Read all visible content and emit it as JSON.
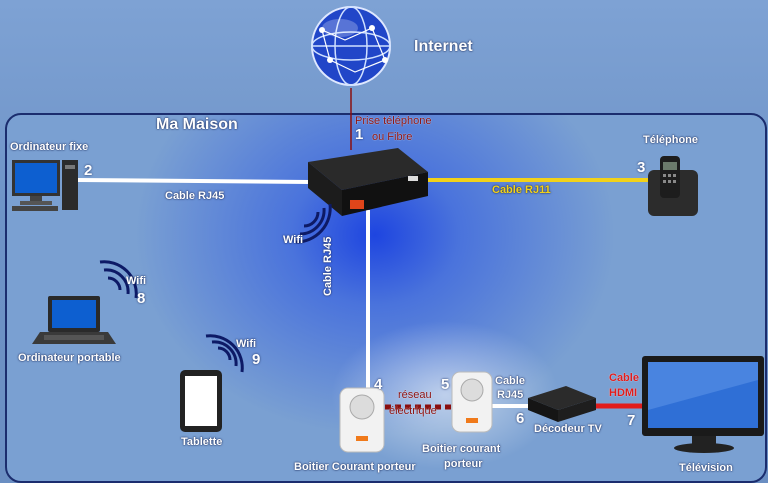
{
  "internet": "Internet",
  "house": "Ma Maison",
  "line_tel": "Prise téléphone",
  "line_fibre": "ou Fibre",
  "n1": "1",
  "n2": "2",
  "n3": "3",
  "n4": "4",
  "n5": "5",
  "n6": "6",
  "n7": "7",
  "n8": "8",
  "n9": "9",
  "pc": "Ordinateur fixe",
  "phone": "Téléphone",
  "rj45": "Cable RJ45",
  "rj11": "Cable RJ11",
  "rj45v": "Cable RJ45",
  "wifi_box": "Wifi",
  "wifi8": "Wifi",
  "wifi9": "Wifi",
  "laptop": "Ordinateur portable",
  "tablet": "Tablette",
  "reseau1": "réseau",
  "reseau2": "électrique",
  "cpl1": "Boitier Courant porteur",
  "cpl2a": "Boitier courant",
  "cpl2b": "porteur",
  "cable_rj45a": "Cable",
  "cable_rj45b": "RJ45",
  "decoder": "Décodeur TV",
  "hdmi1": "Cable",
  "hdmi2": "HDMI",
  "tv": "Télévision"
}
